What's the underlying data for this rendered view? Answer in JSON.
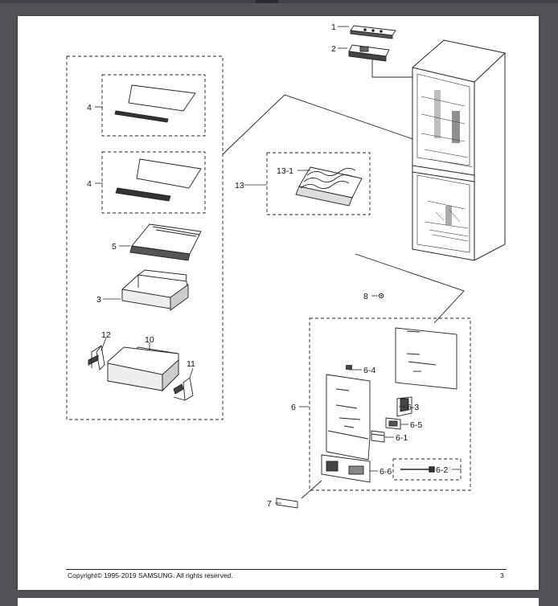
{
  "viewer": {
    "background": "#515356"
  },
  "document": {
    "footer": {
      "copyright": "Copyright© 1995-2019 SAMSUNG. All rights reserved.",
      "page_number": "3"
    },
    "callouts": {
      "c1": "1",
      "c2": "2",
      "c3": "3",
      "c4a": "4",
      "c4b": "4",
      "c5": "5",
      "c6": "6",
      "c6_1": "6-1",
      "c6_2": "6-2",
      "c6_3": "6-3",
      "c6_4": "6-4",
      "c6_5": "6-5",
      "c6_6": "6-6",
      "c7": "7",
      "c8": "8",
      "c10": "10",
      "c11": "11",
      "c12": "12",
      "c13": "13",
      "c13_1": "13-1"
    }
  }
}
